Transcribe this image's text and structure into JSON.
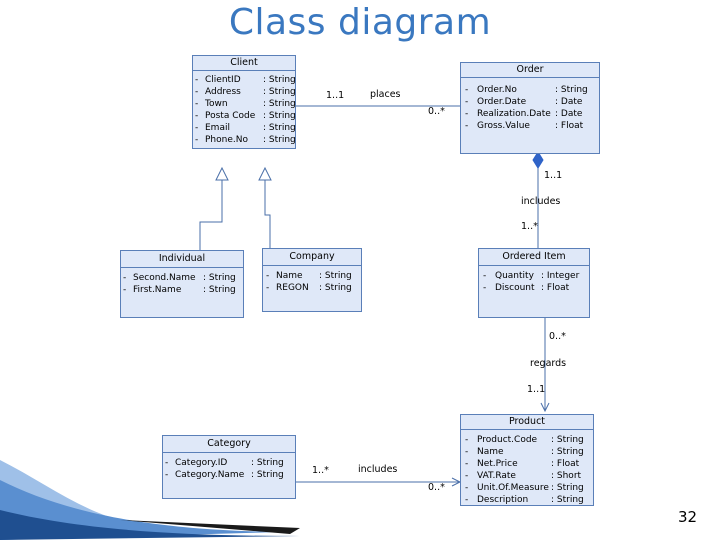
{
  "title": "Class diagram",
  "page_number": "32",
  "classes": {
    "client": {
      "name": "Client",
      "attributes": [
        {
          "vis": "-",
          "name": "ClientID",
          "type": ": String"
        },
        {
          "vis": "-",
          "name": "Address",
          "type": ": String"
        },
        {
          "vis": "-",
          "name": "Town",
          "type": ": String"
        },
        {
          "vis": "-",
          "name": "Posta Code",
          "type": ": String"
        },
        {
          "vis": "-",
          "name": "Email",
          "type": ": String"
        },
        {
          "vis": "-",
          "name": "Phone.No",
          "type": ": String"
        }
      ]
    },
    "order": {
      "name": "Order",
      "attributes": [
        {
          "vis": "-",
          "name": "Order.No",
          "type": ": String"
        },
        {
          "vis": "-",
          "name": "Order.Date",
          "type": ": Date"
        },
        {
          "vis": "-",
          "name": "Realization.Date",
          "type": ": Date"
        },
        {
          "vis": "-",
          "name": "Gross.Value",
          "type": ": Float"
        }
      ]
    },
    "individual": {
      "name": "Individual",
      "attributes": [
        {
          "vis": "-",
          "name": "Second.Name",
          "type": ": String"
        },
        {
          "vis": "-",
          "name": "First.Name",
          "type": ": String"
        }
      ]
    },
    "company": {
      "name": "Company",
      "attributes": [
        {
          "vis": "-",
          "name": "Name",
          "type": ": String"
        },
        {
          "vis": "-",
          "name": "REGON",
          "type": ": String"
        }
      ]
    },
    "ordered_item": {
      "name": "Ordered Item",
      "attributes": [
        {
          "vis": "-",
          "name": "Quantity",
          "type": ": Integer"
        },
        {
          "vis": "-",
          "name": "Discount",
          "type": ": Float"
        }
      ]
    },
    "category": {
      "name": "Category",
      "attributes": [
        {
          "vis": "-",
          "name": "Category.ID",
          "type": ": String"
        },
        {
          "vis": "-",
          "name": "Category.Name",
          "type": ": String"
        }
      ]
    },
    "product": {
      "name": "Product",
      "attributes": [
        {
          "vis": "-",
          "name": "Product.Code",
          "type": ": String"
        },
        {
          "vis": "-",
          "name": "Name",
          "type": ": String"
        },
        {
          "vis": "-",
          "name": "Net.Price",
          "type": ": Float"
        },
        {
          "vis": "-",
          "name": "VAT.Rate",
          "type": ": Short"
        },
        {
          "vis": "-",
          "name": "Unit.Of.Measure",
          "type": ": String"
        },
        {
          "vis": "-",
          "name": "Description",
          "type": ": String"
        }
      ]
    }
  },
  "associations": {
    "places": {
      "name": "places",
      "mult_source": "1..1",
      "mult_target": "0..*"
    },
    "includes_order": {
      "name": "includes",
      "mult_source": "1..1",
      "mult_target": "1..*"
    },
    "regards": {
      "name": "regards",
      "mult_source": "0..*",
      "mult_target": "1..1"
    },
    "includes_category": {
      "name": "includes",
      "mult_source": "1..*",
      "mult_target": "0..*"
    }
  },
  "colors": {
    "box_fill": "#dfe8f8",
    "box_border": "#5a7fb8",
    "title": "#3a78c0",
    "connector": "#4a6fa8"
  }
}
